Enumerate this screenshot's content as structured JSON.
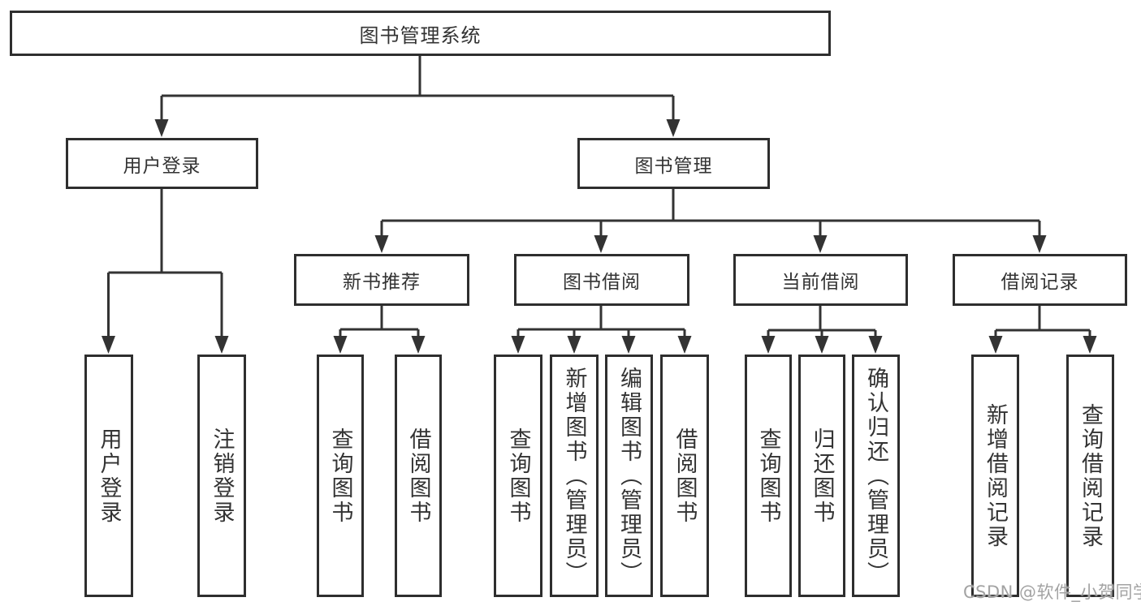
{
  "root": {
    "label": "图书管理系统"
  },
  "branches": {
    "user_login": {
      "label": "用户登录"
    },
    "book_mgmt": {
      "label": "图书管理"
    }
  },
  "sections": {
    "new_book_rec": {
      "label": "新书推荐"
    },
    "book_borrow": {
      "label": "图书借阅"
    },
    "current_borrow": {
      "label": "当前借阅"
    },
    "borrow_records": {
      "label": "借阅记录"
    }
  },
  "leaves": {
    "user_login": [
      "用户登录",
      "注销登录"
    ],
    "new_book_rec": [
      "查询图书",
      "借阅图书"
    ],
    "book_borrow": [
      "查询图书",
      "新增图书（管理员）",
      "编辑图书（管理员）",
      "借阅图书"
    ],
    "current_borrow": [
      "查询图书",
      "归还图书",
      "确认归还（管理员）"
    ],
    "borrow_records": [
      "新增借阅记录",
      "查询借阅记录"
    ]
  },
  "watermark": "CSDN @软件_小贺同学",
  "colors": {
    "line": "#333333",
    "border": "#2e2e2e",
    "text": "#333333",
    "watermark": "#a3a3a3",
    "background": "#ffffff"
  }
}
